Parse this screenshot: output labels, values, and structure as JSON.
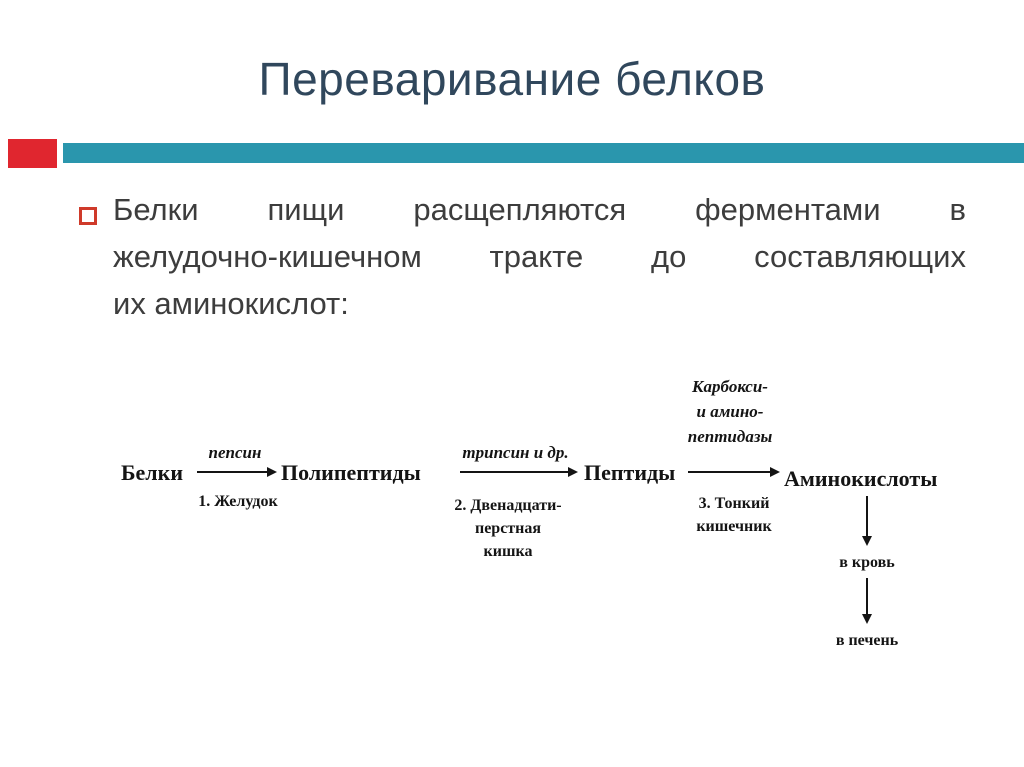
{
  "slide": {
    "title": "Переваривание белков"
  },
  "bullet": {
    "lines": [
      "Белки пищи расщепляются ферментами в",
      "желудочно-кишечном тракте до составляющих",
      "их аминокислот:"
    ]
  },
  "diagram": {
    "nodes": {
      "proteins": "Белки",
      "polypeptides": "Полипептиды",
      "peptides": "Пептиды",
      "amino_acids": "Аминокислоты"
    },
    "step1": {
      "enzyme": "пепсин",
      "site": "1. Желудок"
    },
    "step2": {
      "enzyme": "трипсин и др.",
      "site_line1": "2. Двенадцати-",
      "site_line2": "перстная",
      "site_line3": "кишка"
    },
    "step3": {
      "enzyme_line1": "Карбокси-",
      "enzyme_line2": "и амино-",
      "enzyme_line3": "пептидазы",
      "site_line1": "3. Тонкий",
      "site_line2": "кишечник"
    },
    "outputs": {
      "blood": "в кровь",
      "liver": "в печень"
    }
  },
  "colors": {
    "title_text": "#30475c",
    "teal_bar": "#2a96ad",
    "red_block": "#e0262f",
    "bullet_marker": "#cf3a2a",
    "body_text": "#3d3d3d",
    "diagram_ink": "#141414"
  }
}
